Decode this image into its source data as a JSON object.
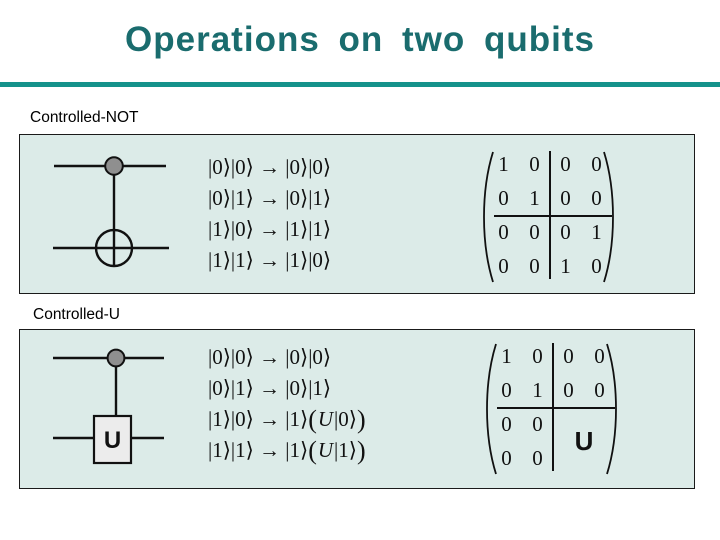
{
  "title": "Operations on two qubits",
  "theme": {
    "title_color": "#1a6c6e",
    "rule_color": "#14928b",
    "panel_bg": "#dcebe8",
    "panel_border": "#1a1a1a",
    "control_dot_color": "#8f8f8f",
    "gate_box_fill": "#ececec"
  },
  "sections": [
    {
      "label": "Controlled-NOT",
      "circuit": {
        "control_icon": "control-dot",
        "target_icon": "xor-target"
      },
      "mappings": [
        "|0⟩|0⟩ → |0⟩|0⟩",
        "|0⟩|1⟩ → |0⟩|1⟩",
        "|1⟩|0⟩ → |1⟩|1⟩",
        "|1⟩|1⟩ → |1⟩|0⟩"
      ],
      "matrix": {
        "cells": [
          "1",
          "0",
          "0",
          "0",
          "0",
          "1",
          "0",
          "0",
          "0",
          "0",
          "0",
          "1",
          "0",
          "0",
          "1",
          "0"
        ]
      }
    },
    {
      "label": "Controlled-U",
      "gate_label": "U",
      "mappings_simple": [
        "|0⟩|0⟩ → |0⟩|0⟩",
        "|0⟩|1⟩ → |0⟩|1⟩"
      ],
      "mappings_u": [
        {
          "pre": "|1⟩|0⟩ → |1⟩",
          "lparen": "(",
          "op": "U",
          "arg": "|0⟩",
          "rparen": ")"
        },
        {
          "pre": "|1⟩|1⟩ → |1⟩",
          "lparen": "(",
          "op": "U",
          "arg": "|1⟩",
          "rparen": ")"
        }
      ],
      "matrix": {
        "top": [
          "1",
          "0",
          "0",
          "0",
          "0",
          "1",
          "0",
          "0"
        ],
        "lower_left": [
          "0",
          "0",
          "0",
          "0"
        ],
        "lower_right": "U"
      }
    }
  ]
}
